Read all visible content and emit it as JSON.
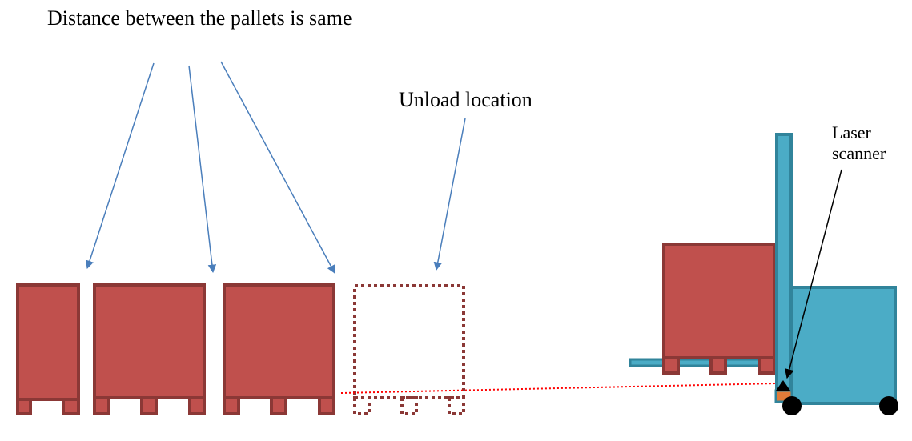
{
  "labels": {
    "title": "Distance between the pallets is same",
    "unload": "Unload location",
    "scanner_line1": "Laser",
    "scanner_line2": "scanner"
  },
  "colors": {
    "pallet_fill": "#c0504d",
    "pallet_border": "#8b3836",
    "forklift_fill": "#4bacc6",
    "forklift_border": "#31849b",
    "arrow": "#4a7ebb",
    "scan_line": "#ff0000",
    "sensor": "#e07b39",
    "wheel": "#000000"
  }
}
